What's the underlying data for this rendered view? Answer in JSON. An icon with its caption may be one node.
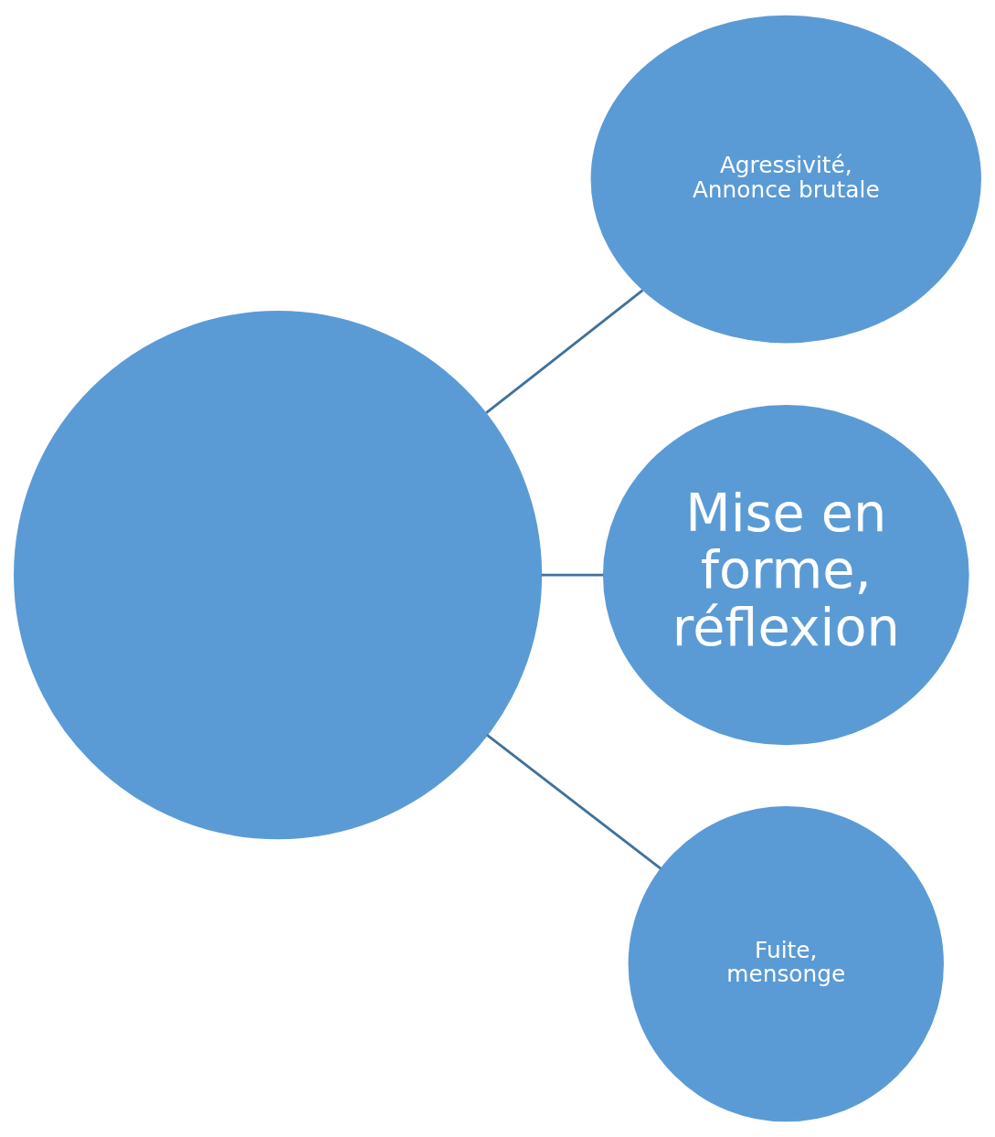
{
  "diagram": {
    "nodes": [
      {
        "text": [],
        "shape": "circle"
      },
      {
        "text": [
          "Agressivité, Annonce brutale"
        ]
      },
      {
        "text": [
          "Mise en forme, réflexion"
        ]
      },
      {
        "text": [
          "Fuite, mensonge"
        ]
      }
    ],
    "edges": [
      {
        "from": 0,
        "to": 1,
        "arrow": "none"
      },
      {
        "from": 0,
        "to": 2,
        "arrow": "none"
      },
      {
        "from": 0,
        "to": 3,
        "arrow": "none"
      }
    ]
  }
}
